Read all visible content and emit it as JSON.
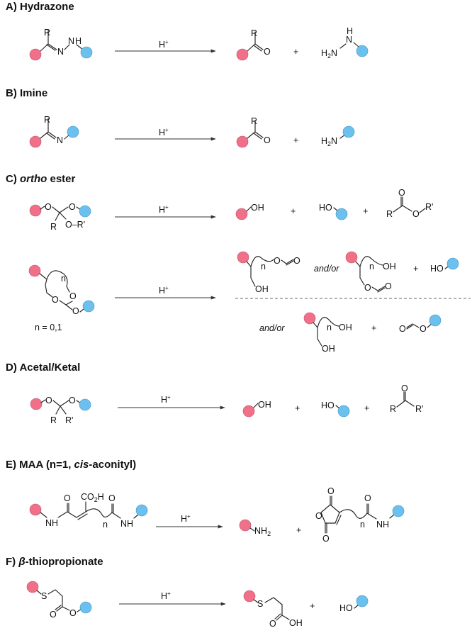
{
  "sections": [
    {
      "id": "A",
      "title": "A) Hydrazone"
    },
    {
      "id": "B",
      "title": "B) Imine"
    },
    {
      "id": "C",
      "title_prefix": "C) ",
      "title_italic": "ortho",
      "title_suffix": " ester"
    },
    {
      "id": "D",
      "title": "D) Acetal/Ketal"
    },
    {
      "id": "E",
      "title_prefix": "E) MAA (n=1, ",
      "title_italic": "cis",
      "title_suffix": "-aconityl)"
    },
    {
      "id": "F",
      "title_prefix": "F) ",
      "title_italic": "β",
      "title_suffix": "-thiopropionate"
    }
  ],
  "reagent": {
    "H": "H",
    "charge": "+"
  },
  "plus": "+",
  "atoms": {
    "R": "R",
    "Rp": "R'",
    "N": "N",
    "H": "H",
    "O": "O",
    "S": "S",
    "n": "n",
    "NH": "NH",
    "OH": "OH",
    "HO": "HO",
    "H2": "H",
    "sub2": "2",
    "CO2H": "CO",
    "CO2H_tail": "H",
    "O_R_prime": "O–R'"
  },
  "connectors": {
    "and_or": "and/or"
  },
  "cyclic_note": "n = 0,1"
}
